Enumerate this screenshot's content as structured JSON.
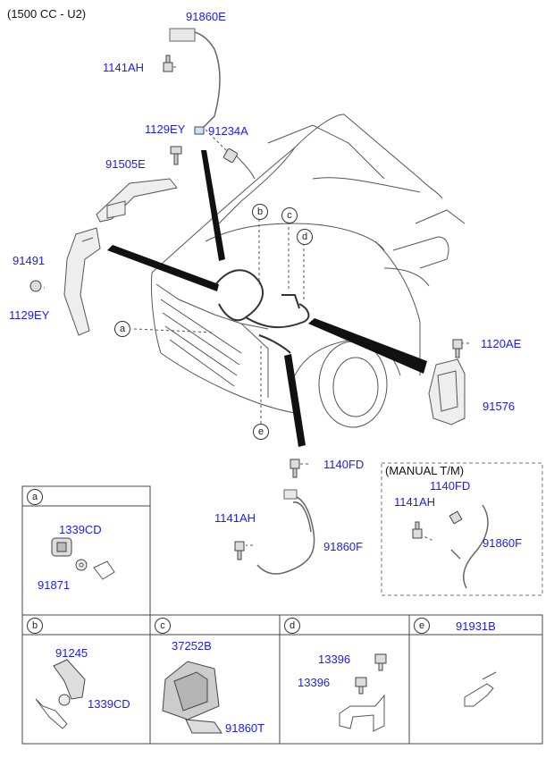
{
  "header": {
    "engine_variant": "(1500 CC - U2)"
  },
  "manual_box": {
    "title": "(MANUAL T/M)"
  },
  "parts": {
    "p91860E": "91860E",
    "p1141AH_top": "1141AH",
    "p1129EY_top": "1129EY",
    "p91234A": "91234A",
    "p91505E": "91505E",
    "p91491": "91491",
    "p1129EY_left": "1129EY",
    "p1120AE": "1120AE",
    "p91576": "91576",
    "p1140FD": "1140FD",
    "p1141AH_mid": "1141AH",
    "p91860F": "91860F",
    "p1140FD_man": "1140FD",
    "p1141AH_man": "1141AH",
    "p91860F_man": "91860F",
    "p1339CD_a": "1339CD",
    "p91871": "91871",
    "p91245": "91245",
    "p1339CD_b": "1339CD",
    "p37252B": "37252B",
    "p91860T": "91860T",
    "p13396_1": "13396",
    "p13396_2": "13396",
    "p91931B": "91931B"
  },
  "callouts": {
    "a": "a",
    "b": "b",
    "c": "c",
    "d": "d",
    "e": "e"
  },
  "panels": {
    "a": "a",
    "b": "b",
    "c": "c",
    "d": "d",
    "e": "e"
  }
}
